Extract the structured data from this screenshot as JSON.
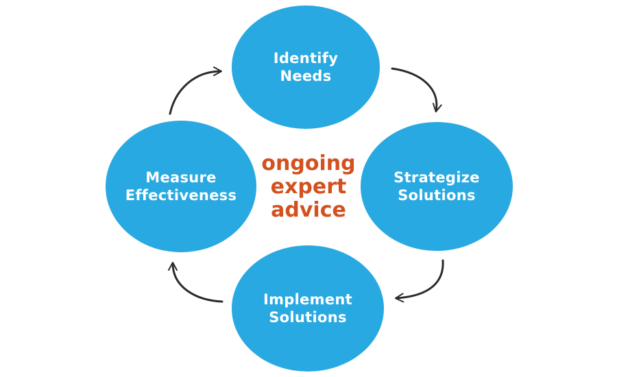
{
  "colors": {
    "circle_fill": "#29A9E1",
    "circle_text": "#FFFFFF",
    "center_text": "#D2511F",
    "arrow": "#2B2B2B"
  },
  "nodes": {
    "top": {
      "line1": "Identify",
      "line2": "Needs"
    },
    "right": {
      "line1": "Strategize",
      "line2": "Solutions"
    },
    "bottom": {
      "line1": "Implement",
      "line2": "Solutions"
    },
    "left": {
      "line1": "Measure",
      "line2": "Effectiveness"
    }
  },
  "center": {
    "line1": "ongoing",
    "line2": "expert",
    "line3": "advice"
  }
}
